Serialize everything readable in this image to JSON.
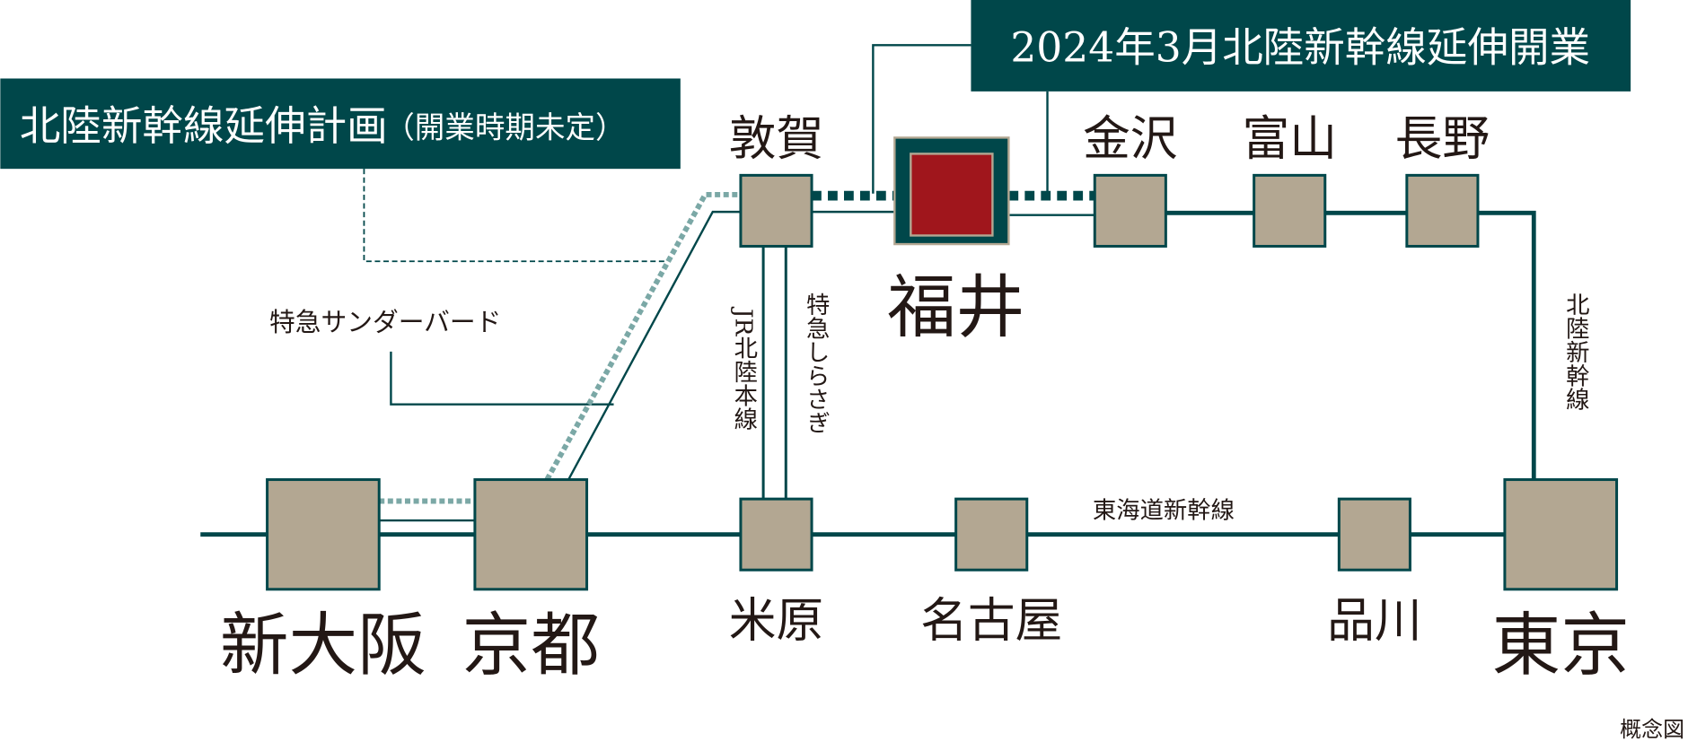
{
  "colors": {
    "dark": "#00474A",
    "tan": "#B3A792",
    "red": "#A0161C",
    "dotted": "#7BA8A6",
    "text": "#231815"
  },
  "callouts": {
    "planned_main": "北陸新幹線延伸計画",
    "planned_paren": "（開業時期未定）",
    "opened": "2024年3月北陸新幹線延伸開業"
  },
  "stations": {
    "tsuruga": "敦賀",
    "fukui": "福井",
    "kanazawa": "金沢",
    "toyama": "富山",
    "nagano": "長野",
    "shinosaka": "新大阪",
    "kyoto": "京都",
    "maibara": "米原",
    "nagoya": "名古屋",
    "shinagawa": "品川",
    "tokyo": "東京"
  },
  "lines": {
    "thunderbird": "特急サンダーバード",
    "jr_hokuriku": "JR北陸本線",
    "shirasagi": "特急しらさぎ",
    "hokuriku_shinkansen": "北陸新幹線",
    "tokaido_shinkansen": "東海道新幹線"
  },
  "note": "概念図"
}
